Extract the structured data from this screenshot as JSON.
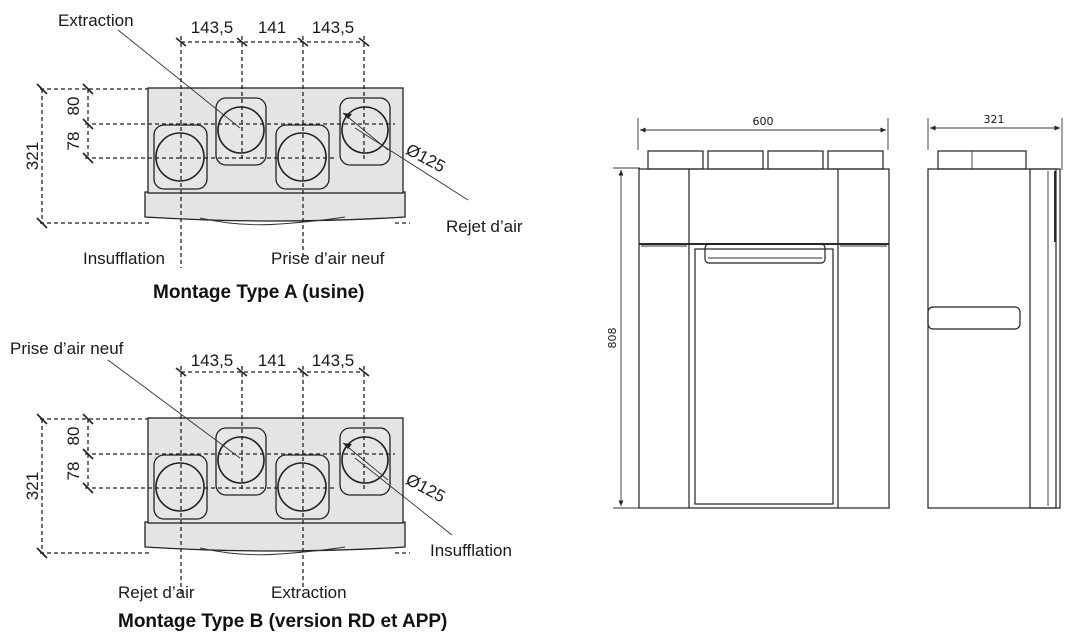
{
  "diagram_a": {
    "title": "Montage Type A (usine)",
    "top_dims": [
      "143,5",
      "141",
      "143,5"
    ],
    "height_dim": "321",
    "offset_80": "80",
    "offset_78": "78",
    "diameter": "Ø125",
    "labels": {
      "top_left": "Extraction",
      "right": "Rejet d’air",
      "bottom_left": "Insufflation",
      "bottom_right": "Prise d’air neuf"
    }
  },
  "diagram_b": {
    "title": "Montage Type B (version RD et APP)",
    "top_dims": [
      "143,5",
      "141",
      "143,5"
    ],
    "height_dim": "321",
    "offset_80": "80",
    "offset_78": "78",
    "diameter": "Ø125",
    "labels": {
      "top_left": "Prise d’air neuf",
      "right": "Insufflation",
      "bottom_left": "Rejet d’air",
      "bottom_right": "Extraction"
    }
  },
  "front_view": {
    "width": "600",
    "height": "808"
  },
  "side_view": {
    "depth": "321"
  }
}
